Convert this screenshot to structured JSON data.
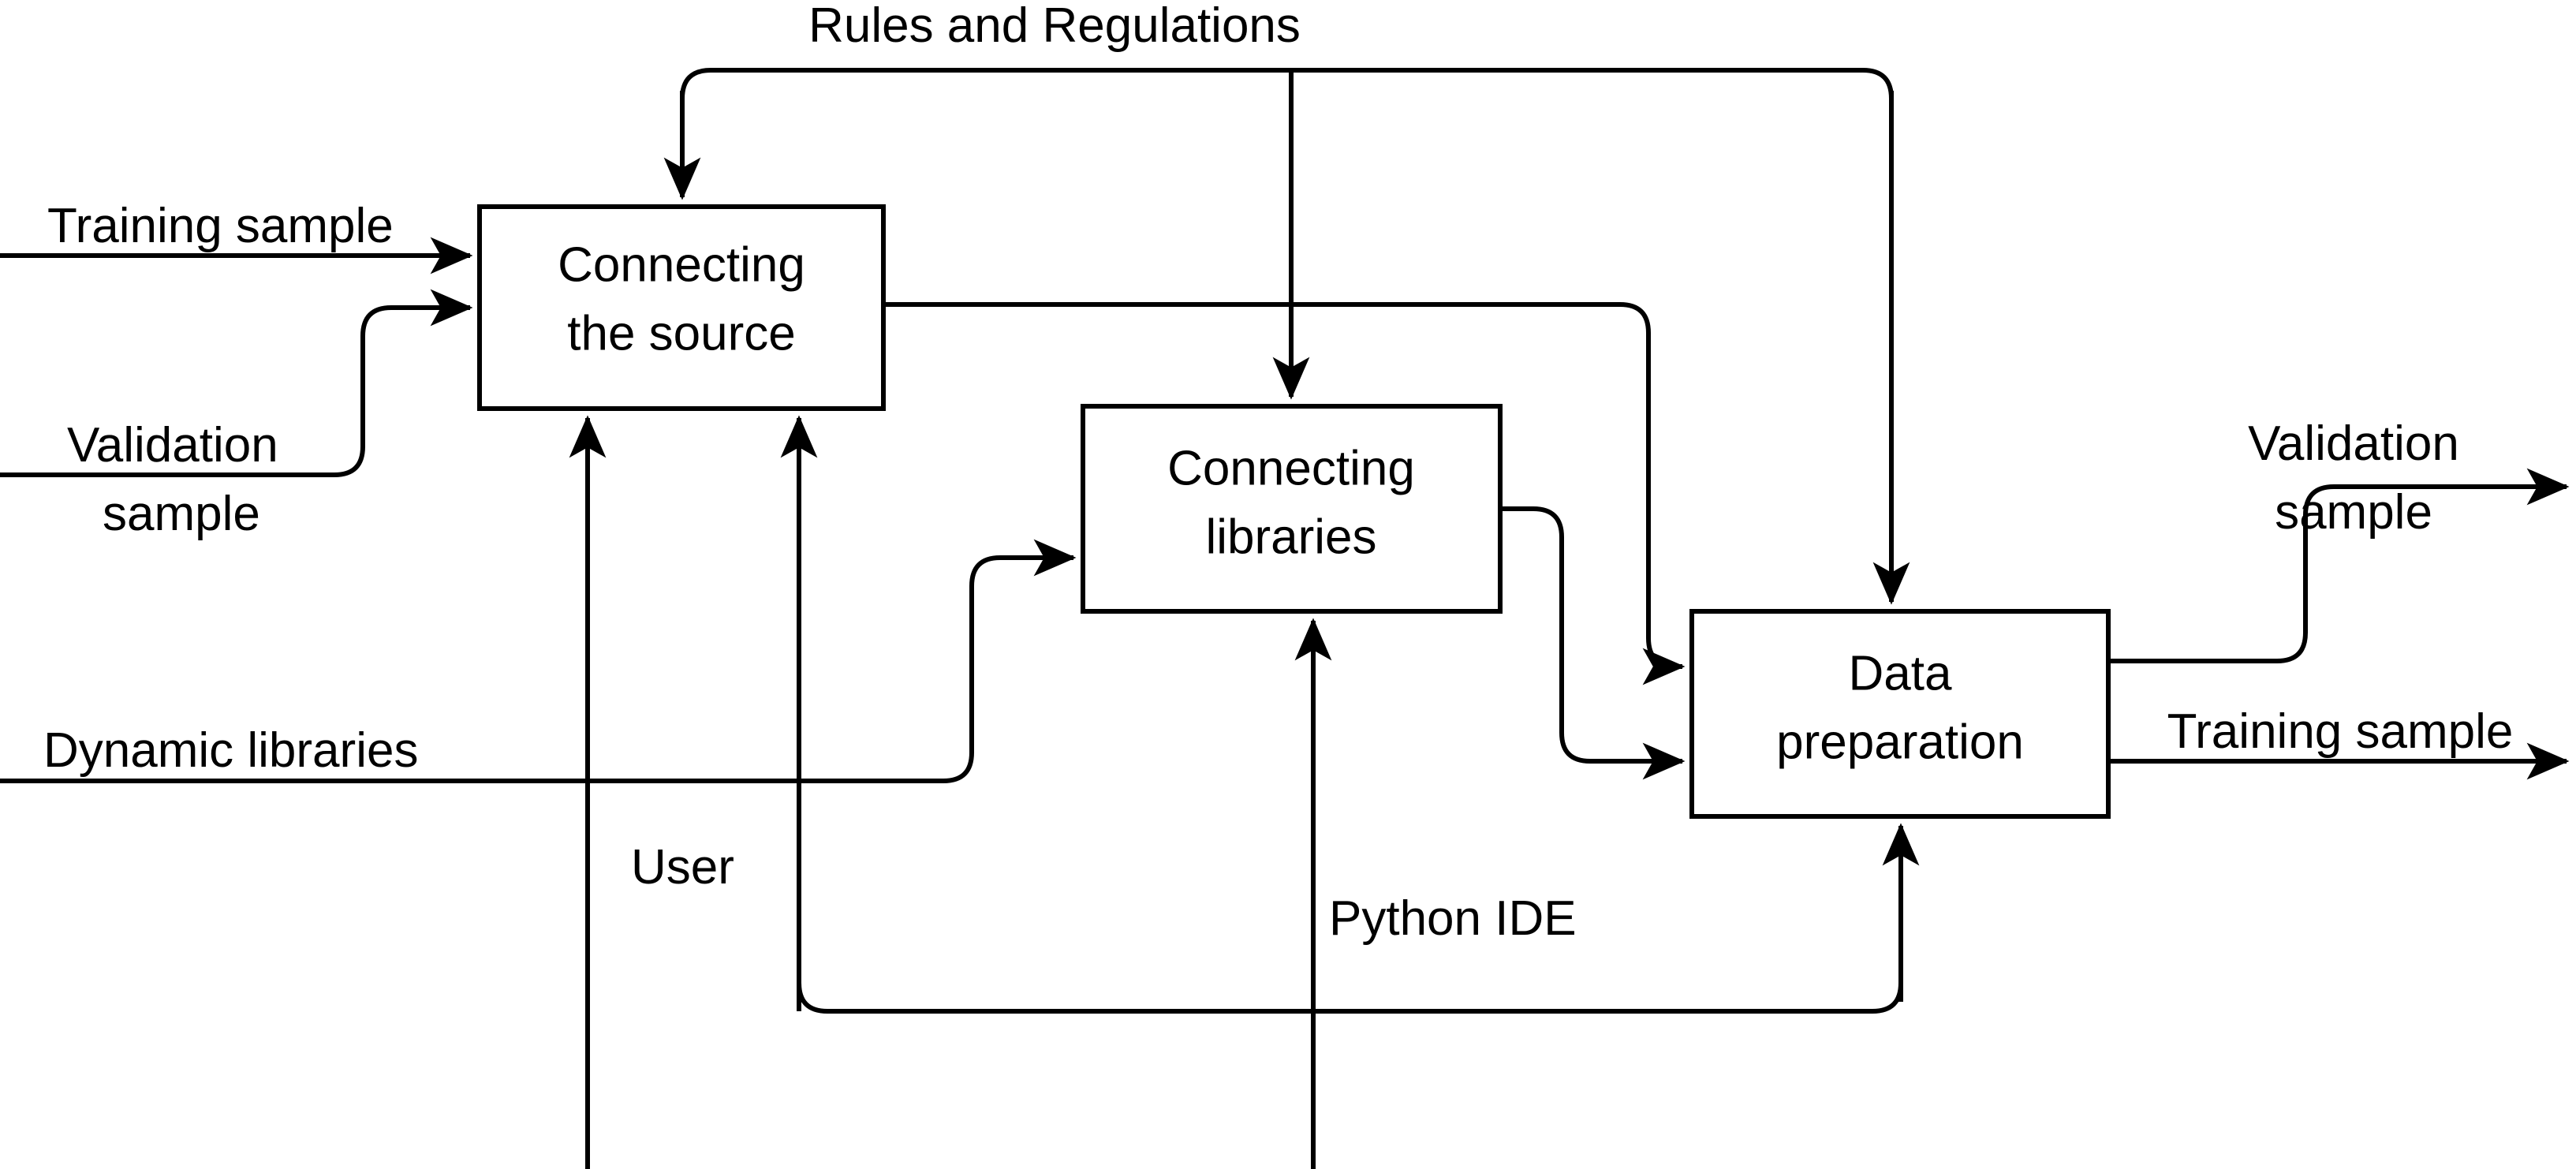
{
  "diagram": {
    "type": "IDEF0 process diagram",
    "background_color": "#ffffff",
    "line_color": "#000000",
    "text_color": "#000000",
    "activities": [
      {
        "id": "connecting-the-source",
        "line1": "Connecting",
        "line2": "the source"
      },
      {
        "id": "connecting-libraries",
        "line1": "Connecting",
        "line2": "libraries"
      },
      {
        "id": "data-preparation",
        "line1": "Data",
        "line2": "preparation"
      }
    ],
    "labels": {
      "control_top": "Rules and Regulations",
      "input_training_sample": "Training sample",
      "input_validation_line1": "Validation",
      "input_validation_line2": "sample",
      "input_dynamic_libraries": "Dynamic libraries",
      "mechanism_user": "User",
      "mechanism_python_ide": "Python IDE",
      "output_validation_line1": "Validation",
      "output_validation_line2": "sample",
      "output_training_sample": "Training sample"
    }
  }
}
